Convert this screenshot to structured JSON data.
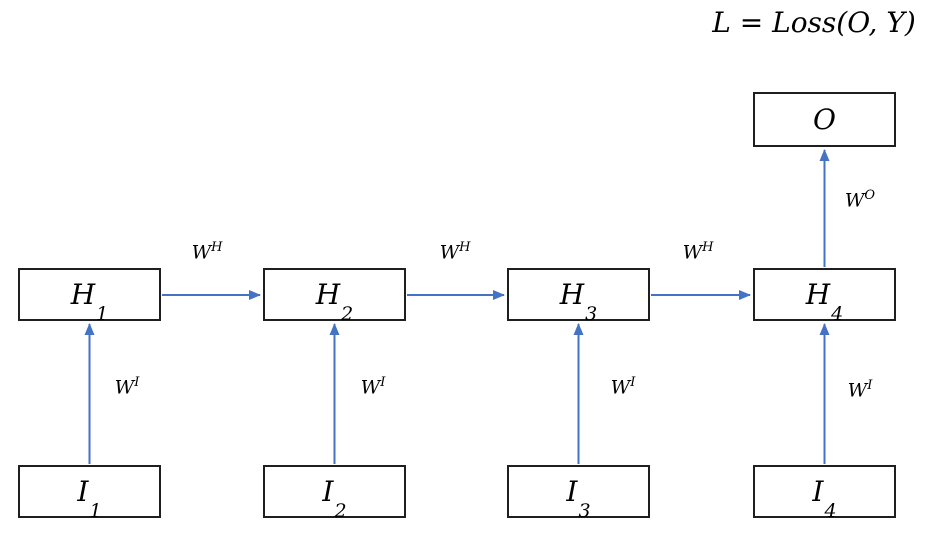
{
  "formula": {
    "text": "L = Loss(O, Y)"
  },
  "output_node": {
    "base": "O"
  },
  "hidden_nodes": [
    {
      "base": "H",
      "sub": "1"
    },
    {
      "base": "H",
      "sub": "2"
    },
    {
      "base": "H",
      "sub": "3"
    },
    {
      "base": "H",
      "sub": "4"
    }
  ],
  "input_nodes": [
    {
      "base": "I",
      "sub": "1"
    },
    {
      "base": "I",
      "sub": "2"
    },
    {
      "base": "I",
      "sub": "3"
    },
    {
      "base": "I",
      "sub": "4"
    }
  ],
  "weight_labels": {
    "input": {
      "base": "W",
      "sup": "I"
    },
    "hidden": {
      "base": "W",
      "sup": "H"
    },
    "output": {
      "base": "W",
      "sup": "O"
    }
  },
  "colors": {
    "arrow": "#4472C4",
    "box_border": "#1f1f1f",
    "text": "#000000",
    "background": "#ffffff"
  }
}
